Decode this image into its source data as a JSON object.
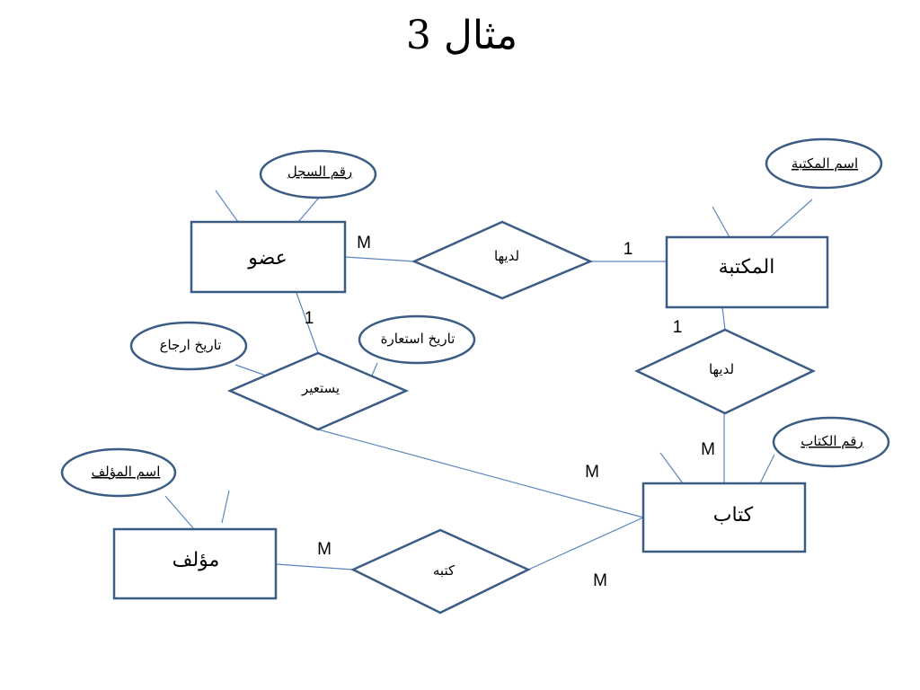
{
  "title": "مثال 3",
  "colors": {
    "shape_stroke": "#3b5c84",
    "line": "#5a86bd",
    "background": "#ffffff"
  },
  "entities": {
    "member": "عضو",
    "library": "المكتبة",
    "book": "كتاب",
    "author": "مؤلف"
  },
  "relationships": {
    "member_library": "لديها",
    "library_book": "لديها",
    "borrows": "يستعير",
    "writes": "كتبه"
  },
  "attributes": {
    "record_no": "رقم السجل",
    "library_name": "اسم المكتبة",
    "return_date": "تاريخ ارجاع",
    "borrow_date": "تاريخ استعارة",
    "book_no": "رقم الكتاب",
    "author_name": "اسم المؤلف"
  },
  "cardinalities": {
    "member_library_member": "M",
    "member_library_library": "1",
    "library_book_library": "1",
    "library_book_book": "M",
    "borrows_member": "1",
    "borrows_book": "M",
    "writes_author": "M",
    "writes_book": "M"
  }
}
